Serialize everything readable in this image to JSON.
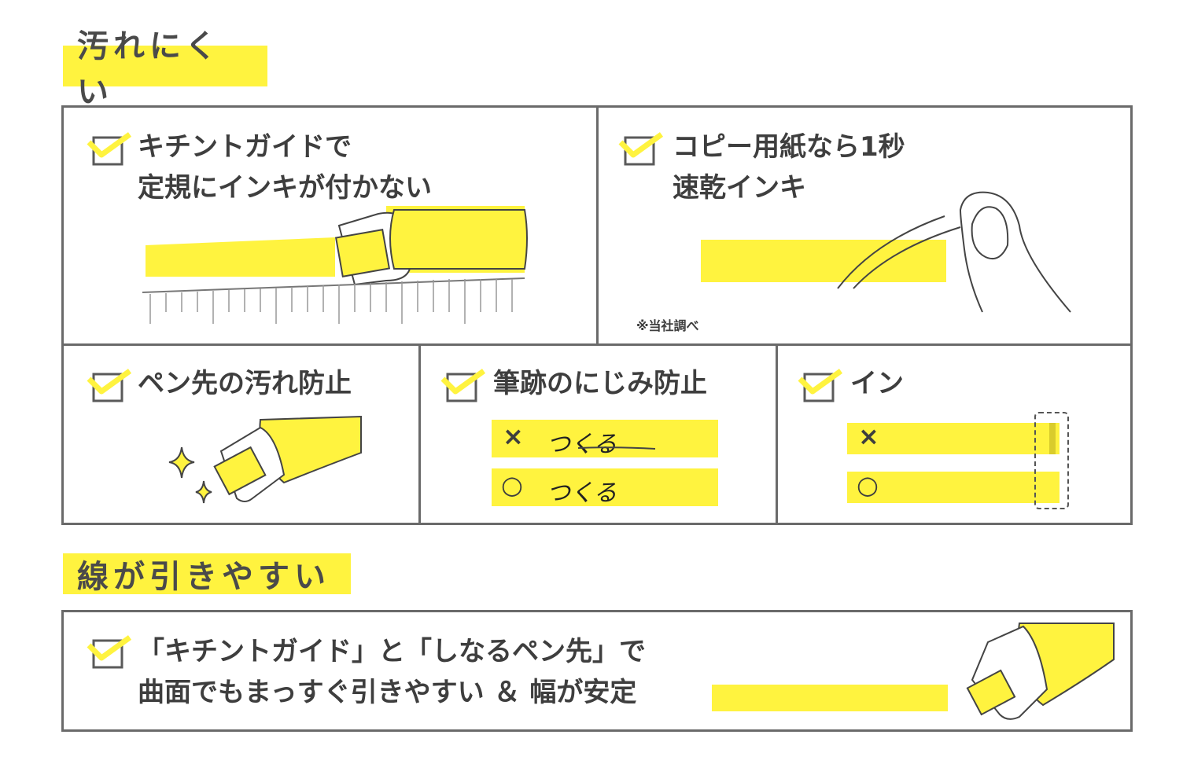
{
  "sections": [
    {
      "heading": "汚れにくい"
    },
    {
      "heading": "線が引きやすい"
    }
  ],
  "panels": {
    "ruler_guide": {
      "line1": "キチントガイドで",
      "line2": "定規にインキが付かない"
    },
    "quick_dry": {
      "line1": "コピー用紙なら1秒",
      "line2": "速乾インキ",
      "note": "※当社調べ"
    },
    "tip_clean": {
      "line1": "ペン先の汚れ防止"
    },
    "no_bleed": {
      "line1": "筆跡のにじみ防止",
      "bad_mark": "×",
      "good_mark": "○",
      "bad_word": "つくる",
      "good_word": "つくる"
    },
    "in_line": {
      "line1": "イン",
      "bad_mark": "×",
      "good_mark": "○"
    },
    "easy_line": {
      "line1": "「キチントガイド」と「しなるペン先」で",
      "line2": "曲面でもまっすぐ引きやすい ＆ 幅が安定"
    }
  },
  "colors": {
    "accent": "#fff33f",
    "border": "#6a6a6a",
    "text": "#3e3e3e"
  }
}
